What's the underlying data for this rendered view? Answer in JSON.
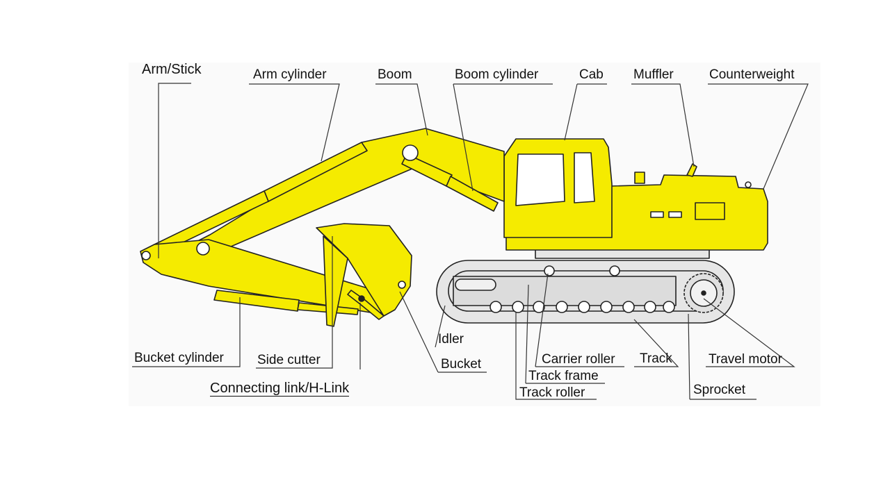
{
  "colors": {
    "body": "#f5eb00",
    "outline": "#222222",
    "track": "#e6e6e6",
    "line": "#333333"
  },
  "labels": {
    "arm_stick": "Arm/Stick",
    "arm_cylinder": "Arm cylinder",
    "boom": "Boom",
    "boom_cylinder": "Boom cylinder",
    "cab": "Cab",
    "muffler": "Muffler",
    "counterweight": "Counterweight",
    "bucket_cylinder": "Bucket cylinder",
    "side_cutter": "Side cutter",
    "connecting_link": "Connecting  link/H-Link",
    "idler": "Idler",
    "bucket": "Bucket",
    "carrier_roller": "Carrier roller",
    "track": "Track",
    "travel_motor": "Travel motor",
    "track_frame": "Track frame",
    "track_roller": "Track roller",
    "sprocket": "Sprocket"
  }
}
